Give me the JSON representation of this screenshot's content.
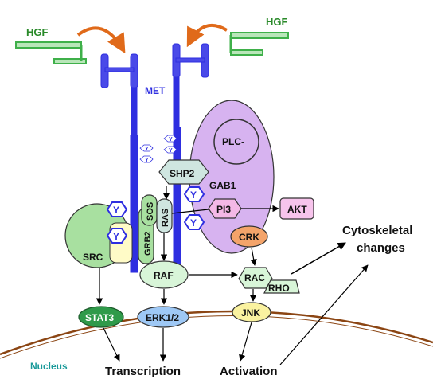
{
  "labels": {
    "hgf_left": "HGF",
    "hgf_right": "HGF",
    "met": "MET",
    "plc": "PLC-",
    "shp2": "SHP2",
    "gab1": "GAB1",
    "sos": "SOS",
    "grb2": "GRB2",
    "ras": "RAS",
    "pi3": "PI3",
    "akt": "AKT",
    "src": "SRC",
    "crk": "CRK",
    "raf": "RAF",
    "rac": "RAC",
    "rho": "RHO",
    "stat3": "STAT3",
    "erk": "ERK1/2",
    "jnk": "JNK",
    "cyto_line1": "Cytoskeletal",
    "cyto_line2": "changes",
    "nucleus": "Nucleus",
    "transcription": "Transcription",
    "activation": "Activation",
    "y": "Y"
  },
  "colors": {
    "receptor": "#2e2ee0",
    "hgf": "#3fb04a",
    "hgf_light": "#b9e6b9",
    "gab1_fill": "#d7b3f0",
    "src_fill": "#a8e0a0",
    "curl": "#e06a1a",
    "membrane": "#8b4513"
  },
  "icons": [
    "curved-arrow-icon"
  ]
}
